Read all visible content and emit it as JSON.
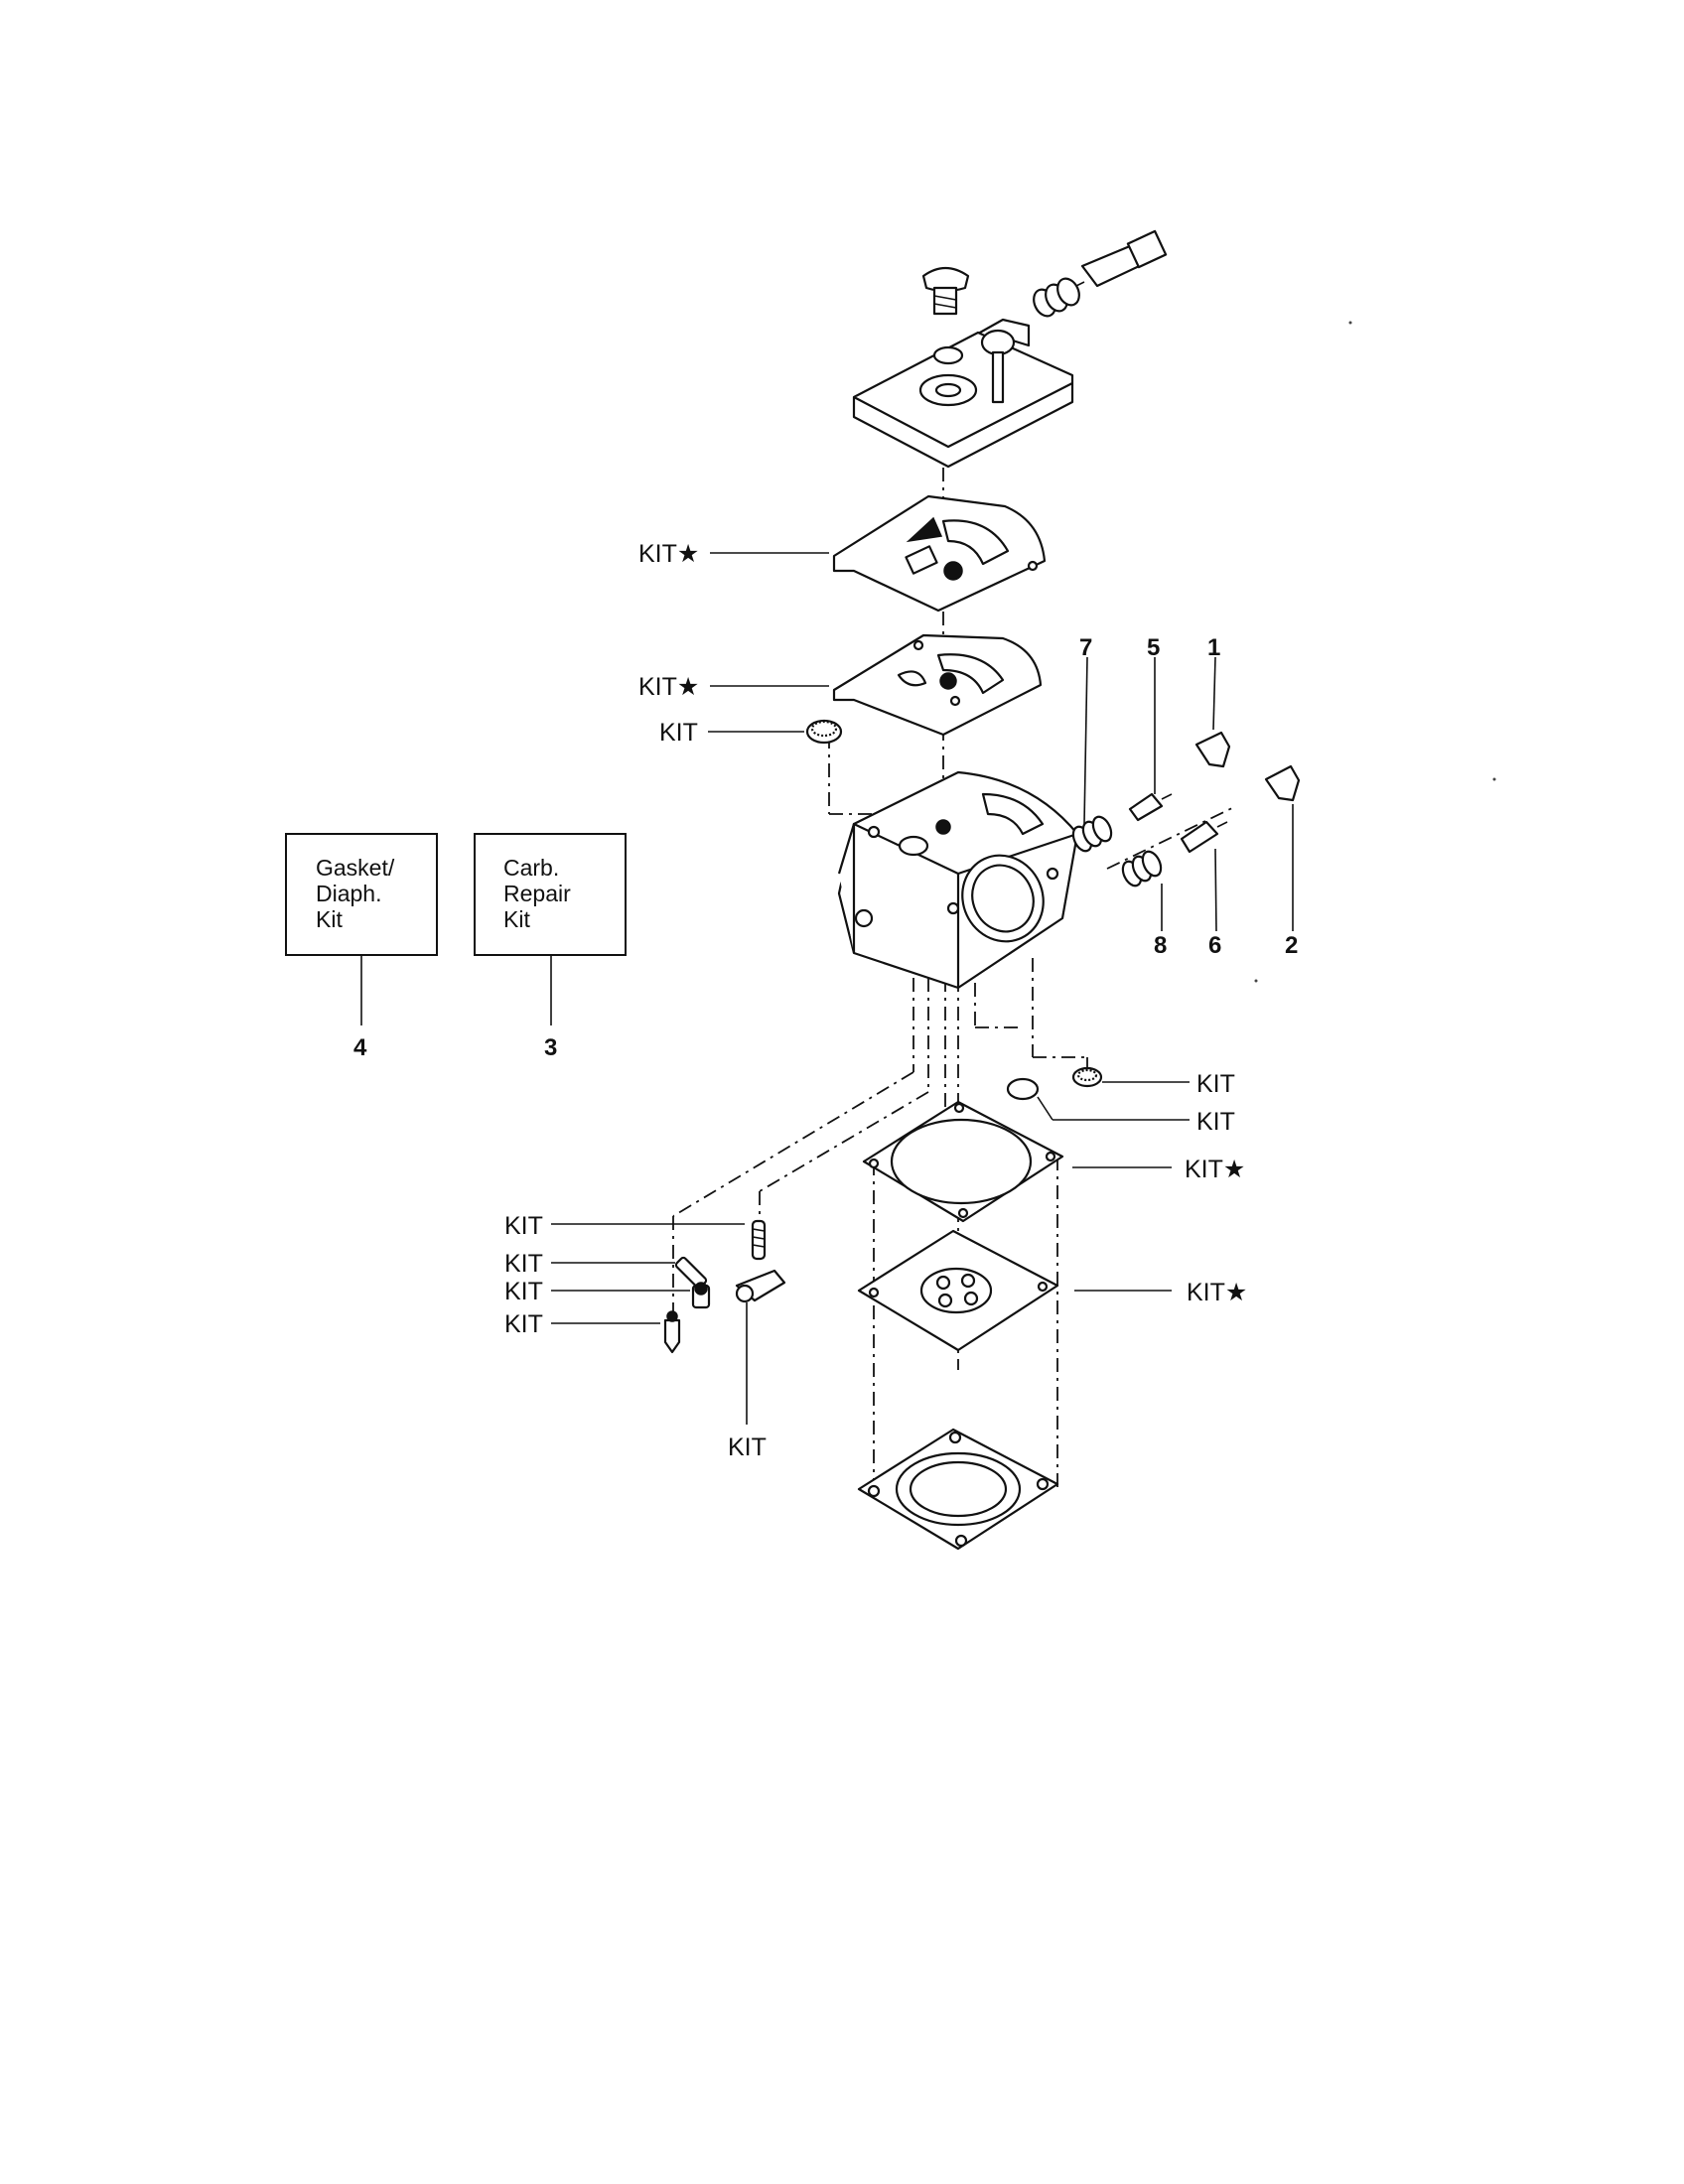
{
  "callout_labels": {
    "kit_star_1": "KIT★",
    "kit_star_2": "KIT★",
    "kit_1": "KIT",
    "kit_2": "KIT",
    "kit_3": "KIT",
    "kit_star_3": "KIT★",
    "kit_4": "KIT",
    "kit_5": "KIT",
    "kit_6": "KIT",
    "kit_7": "KIT",
    "kit_star_4": "KIT★",
    "kit_8": "KIT"
  },
  "part_numbers": {
    "n7": "7",
    "n5": "5",
    "n1": "1",
    "n8": "8",
    "n6": "6",
    "n2": "2",
    "n4": "4",
    "n3": "3"
  },
  "kit_boxes": {
    "gasket_kit": [
      "Gasket/",
      "Diaph.",
      "Kit"
    ],
    "repair_kit": [
      "Carb.",
      "Repair",
      "Kit"
    ]
  }
}
